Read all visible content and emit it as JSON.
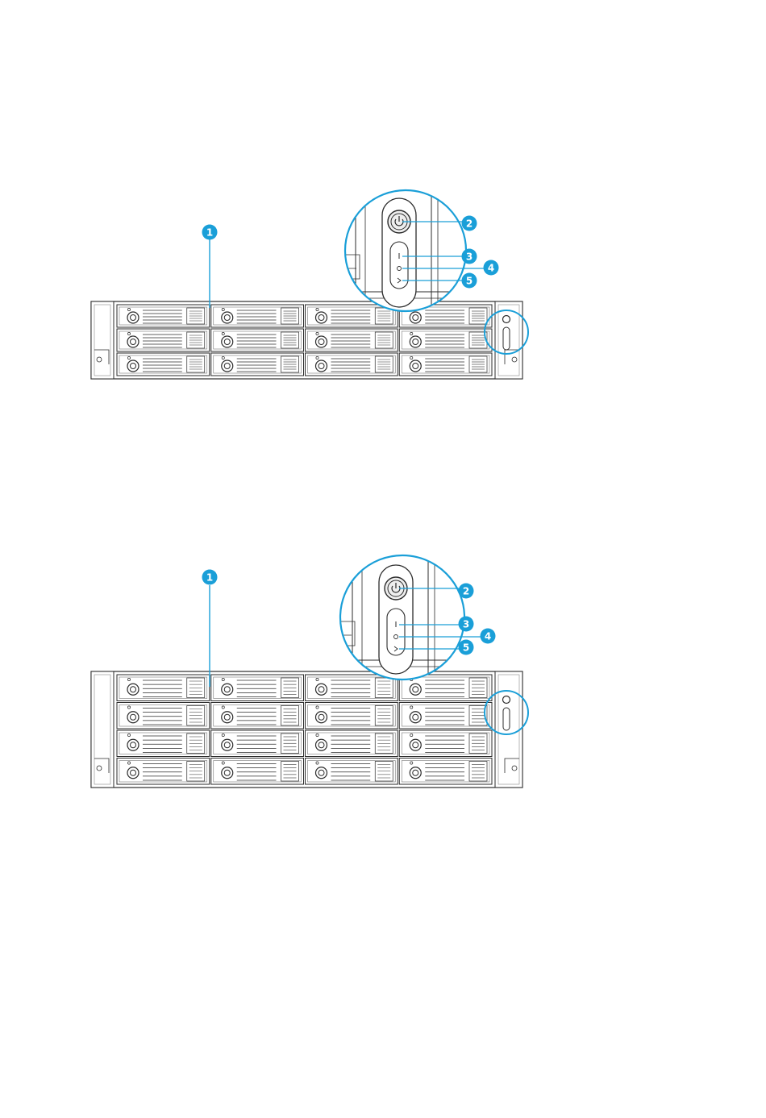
{
  "accent_color": "#1a9fd8",
  "line_color": "#2b2b2b",
  "figures": [
    {
      "name": "12-bay-front-panel",
      "drive_rows": 3,
      "drive_cols": 4,
      "callouts": [
        "1",
        "2",
        "3",
        "4",
        "5"
      ]
    },
    {
      "name": "16-bay-front-panel",
      "drive_rows": 4,
      "drive_cols": 4,
      "callouts": [
        "1",
        "2",
        "3",
        "4",
        "5"
      ]
    }
  ],
  "icons": [
    "power-button-icon",
    "status-led-icon",
    "lan-led-icon",
    "usb-led-icon"
  ]
}
